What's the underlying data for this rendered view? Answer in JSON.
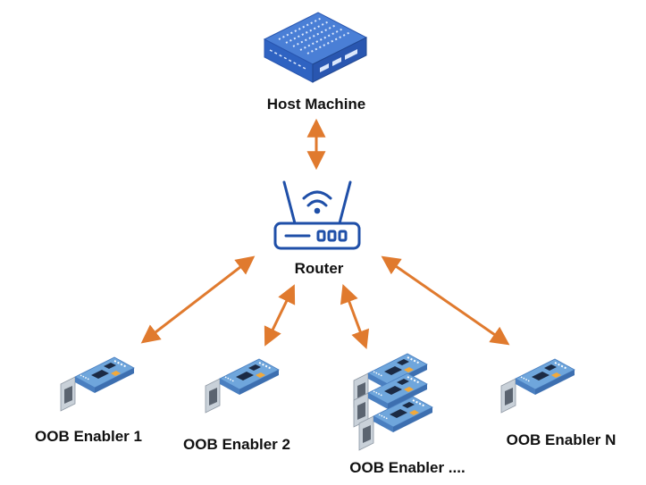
{
  "nodes": {
    "host": {
      "label": "Host Machine",
      "icon": "server-icon"
    },
    "router": {
      "label": "Router",
      "icon": "wifi-router-icon"
    },
    "enablers": [
      {
        "label": "OOB Enabler 1",
        "icon": "circuit-board-icon"
      },
      {
        "label": "OOB Enabler 2",
        "icon": "circuit-board-icon"
      },
      {
        "label": "OOB Enabler ....",
        "icon": "circuit-board-stack-icon"
      },
      {
        "label": "OOB Enabler N",
        "icon": "circuit-board-icon"
      }
    ]
  },
  "colors": {
    "arrow": "#e07a2e",
    "server_top": "#4a7fd6",
    "server_side": "#2956b0",
    "router_stroke": "#1f4fa8",
    "board": "#6fa6dc",
    "board_edge": "#4a7fc0",
    "chip": "#1b2a44",
    "bracket": "#b9c2cc"
  }
}
